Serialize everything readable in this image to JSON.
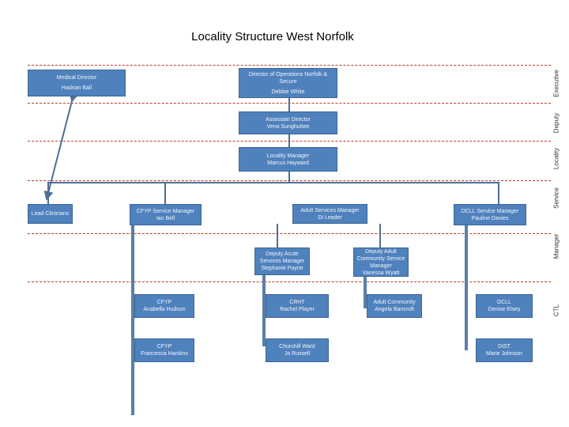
{
  "title": "Locality Structure West Norfolk",
  "bands": [
    "Executive",
    "Deputy",
    "Locality",
    "Service",
    "Manager",
    "CTL"
  ],
  "boxes": {
    "medical_director": {
      "line1": "Medical Director",
      "line2": "Hadrian Ball"
    },
    "director_ops": {
      "line1": "Director of Operations Norfolk &",
      "line2": "Secure",
      "line3": "Debbie White"
    },
    "associate_director": {
      "line1": "Associate Director",
      "line2": "Veno Sunghuttee"
    },
    "locality_manager": {
      "line1": "Locality Manager",
      "line2": "Marcus Hayward"
    },
    "lead_clinicians": {
      "line1": "Lead Clinicians"
    },
    "cfyp_service_manager": {
      "line1": "CFYP Service Manager",
      "line2": "Ian Bell"
    },
    "adult_services_manager": {
      "line1": "Adult Services Manager",
      "line2": "Di Leader"
    },
    "dcll_service_manager": {
      "line1": "DCLL Service Manager",
      "line2": "Pauline Davies"
    },
    "deputy_acute": {
      "line1": "Deputy Acute",
      "line2": "Services Manager",
      "line3": "Stephanie Payne"
    },
    "deputy_adult_community": {
      "line1": "Deputy Adult",
      "line2": "Community Service",
      "line3": "Manager",
      "line4": "Vanessa Wyatt"
    },
    "cfyp_1": {
      "line1": "CFYP",
      "line2": "Anabella Hudson"
    },
    "crht": {
      "line1": "CRHT",
      "line2": "Rachel Player"
    },
    "adult_community": {
      "line1": "Adult Community",
      "line2": "Angela Bancroft"
    },
    "dcll": {
      "line1": "DCLL",
      "line2": "Denise Elsey"
    },
    "cfyp_2": {
      "line1": "CFYP",
      "line2": "Francesca Hankins"
    },
    "churchill_ward": {
      "line1": "Churchill Ward",
      "line2": "Jo Russell"
    },
    "dist": {
      "line1": "DIST",
      "line2": "Marie Johnson"
    }
  },
  "colors": {
    "box": "#4f81bd",
    "band_line": "#c0392b",
    "connector": "#4f6f94"
  }
}
